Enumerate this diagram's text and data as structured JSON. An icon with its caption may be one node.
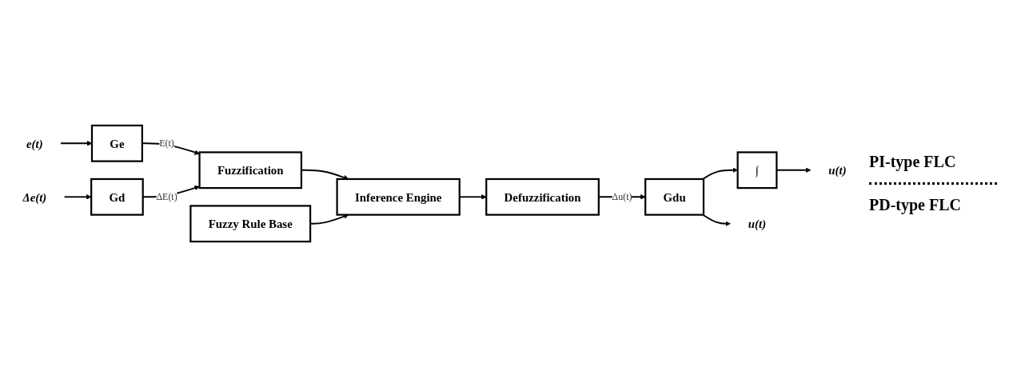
{
  "diagram": {
    "nodes": [
      {
        "text": [
          "e(t)"
        ]
      },
      {
        "text": [
          "Δe(t)"
        ]
      },
      {
        "text": [
          "Ge"
        ]
      },
      {
        "text": [
          "Gd"
        ]
      },
      {
        "text": [
          "Fuzzification"
        ]
      },
      {
        "text": [
          "Inference Engine"
        ]
      },
      {
        "text": [
          "Fuzzy Rule Base"
        ]
      },
      {
        "text": [
          "Defuzzification"
        ]
      },
      {
        "text": [
          "Gdu"
        ]
      },
      {
        "text": [
          "∫"
        ]
      },
      {
        "text": [
          "u(t)"
        ]
      },
      {
        "text": [
          "u(t)"
        ]
      }
    ],
    "edges": [
      {
        "from": 0,
        "to": 2,
        "arrow": "to"
      },
      {
        "from": 1,
        "to": 3,
        "arrow": "to"
      },
      {
        "from": 2,
        "to": 4,
        "arrow": "to",
        "label": "E(t)"
      },
      {
        "from": 3,
        "to": 4,
        "arrow": "to",
        "label": "ΔE(t)"
      },
      {
        "from": 4,
        "to": 5,
        "arrow": "to"
      },
      {
        "from": 6,
        "to": 5,
        "arrow": "to"
      },
      {
        "from": 5,
        "to": 7,
        "arrow": "to"
      },
      {
        "from": 7,
        "to": 8,
        "arrow": "to",
        "label": "Δu(t)"
      },
      {
        "from": 8,
        "to": 9,
        "arrow": "to"
      },
      {
        "from": 9,
        "to": 10,
        "arrow": "to"
      },
      {
        "from": 8,
        "to": 11,
        "arrow": "to"
      }
    ],
    "labels": [
      "PI-type FLC",
      "PD-type FLC"
    ]
  }
}
